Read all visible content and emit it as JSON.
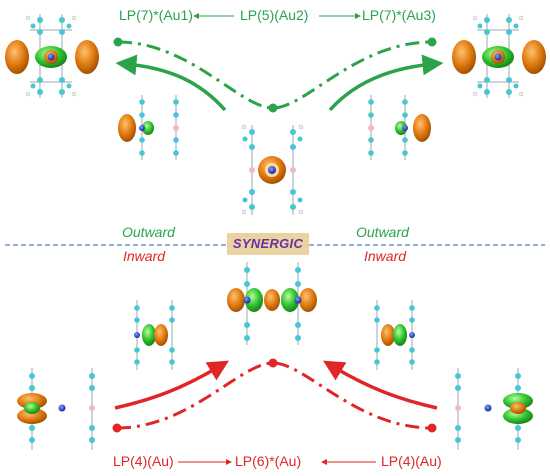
{
  "top": {
    "label_left": "LP(7)*(Au1)",
    "label_center": "LP(5)(Au2)",
    "label_right": "LP(7)*(Au3)",
    "direction_left": "Outward",
    "direction_right": "Outward"
  },
  "bottom": {
    "label_left": "LP(4)(Au)",
    "label_center": "LP(6)*(Au)",
    "label_right": "LP(4)(Au)",
    "direction_left": "Inward",
    "direction_right": "Inward"
  },
  "center_tag": "SYNERGIC",
  "colors": {
    "outward": "#2ba34a",
    "inward": "#e02626",
    "divider": "#2e5ea8",
    "tag_bg": "#ead3a0",
    "tag_text": "#6a2fa6",
    "orbital_orange": "#e07a10",
    "orbital_green": "#2fc22f"
  }
}
